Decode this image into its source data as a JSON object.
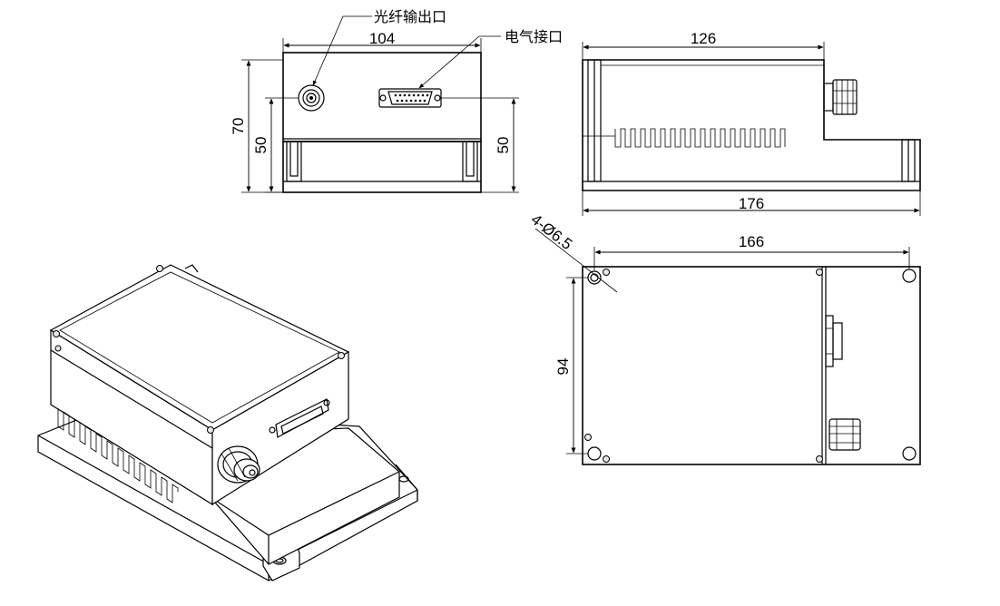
{
  "callouts": {
    "fiber_output": "光纤输出口",
    "electrical_interface": "电气接口"
  },
  "dimensions": {
    "front_width": "104",
    "front_height_total": "70",
    "front_height_left": "50",
    "front_height_right": "50",
    "side_top_length": "126",
    "side_bottom_length": "176",
    "bottom_hole_spacing": "166",
    "bottom_height": "94",
    "hole_spec": "4-Ø6.5"
  }
}
